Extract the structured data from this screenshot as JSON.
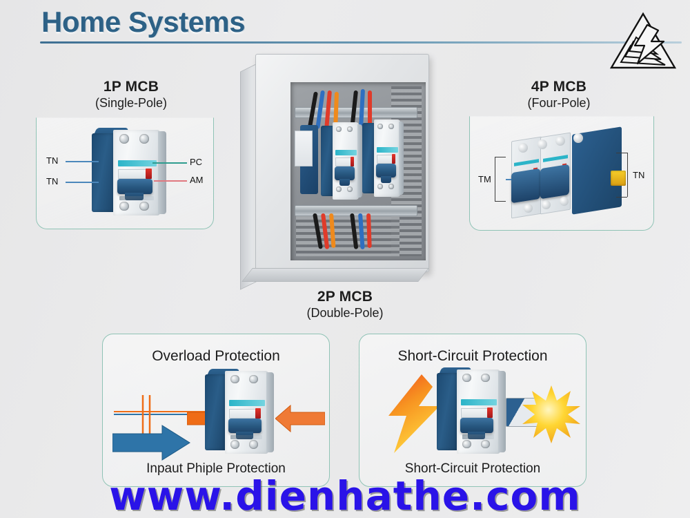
{
  "header": {
    "title": "Home Systems",
    "logo_name": "pyramid-lightning-logo"
  },
  "sections": {
    "mcb_1p": {
      "title": "1P MCB",
      "subtitle": "(Single-Pole)",
      "labels": {
        "left_top": "TN",
        "left_bottom": "TN",
        "right_top": "PC",
        "right_bottom": "AM"
      }
    },
    "mcb_2p": {
      "title": "2P MCB",
      "subtitle": "(Double-Pole)"
    },
    "mcb_4p": {
      "title": "4P MCB",
      "subtitle": "(Four-Pole)",
      "labels": {
        "left": "TM",
        "right": "TN"
      }
    },
    "overload": {
      "title": "Overload Protection",
      "footer": "Inpaut Phiple Protection"
    },
    "short_circuit": {
      "title": "Short-Circuit Protection",
      "footer": "Short-Circuit Protection"
    }
  },
  "watermark": {
    "text": "www.dienhathe.com"
  },
  "colors": {
    "title_blue": "#2d6186",
    "panel_border": "#8fc3b5",
    "device_blue": "#1d4a72",
    "lever_blue": "#27577f",
    "indicator_red": "#e5342a",
    "arrow_orange": "#ef6c16",
    "arrow_blue": "#2e74a8",
    "spark_yellow": "#f5c518",
    "watermark_blue": "#2a13e8",
    "background": "#e8e8e9"
  }
}
